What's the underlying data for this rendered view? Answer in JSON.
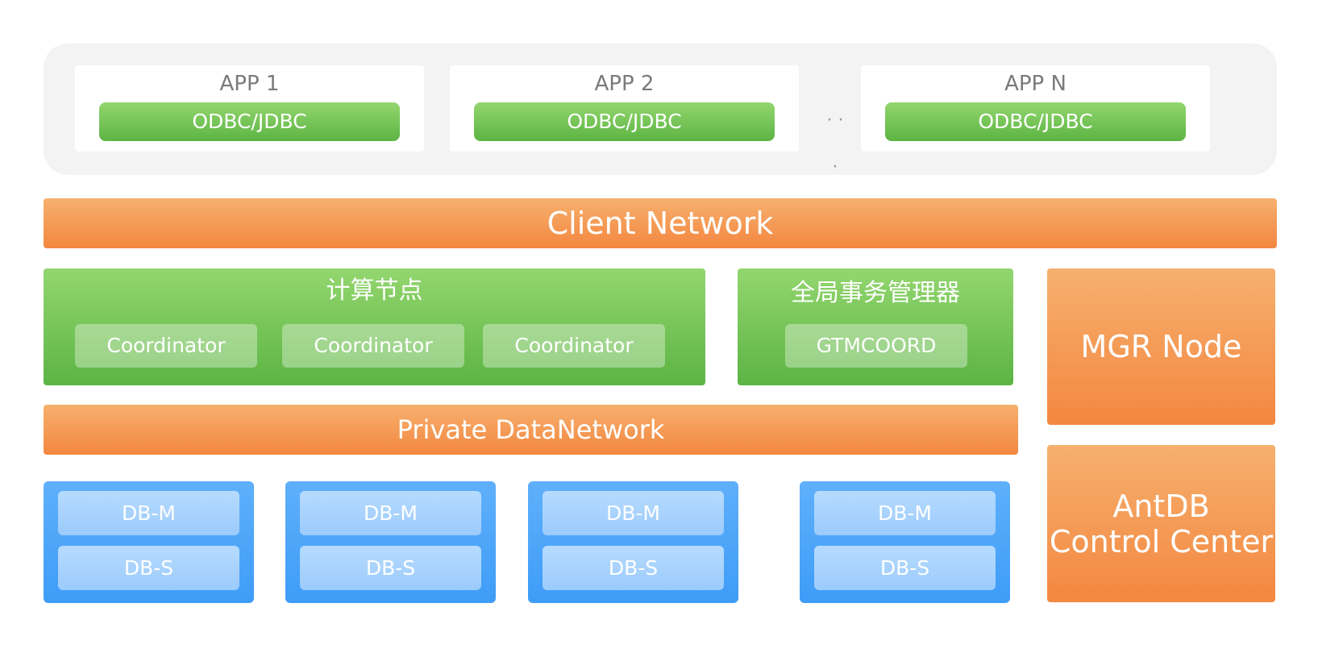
{
  "apps": [
    {
      "title": "APP 1",
      "driver": "ODBC/JDBC"
    },
    {
      "title": "APP 2",
      "driver": "ODBC/JDBC"
    },
    {
      "title": "APP N",
      "driver": "ODBC/JDBC"
    }
  ],
  "ellipsis_top": "· ·",
  "ellipsis_bottom": "·",
  "client_network": "Client Network",
  "compute": {
    "title": "计算节点",
    "nodes": [
      "Coordinator",
      "Coordinator",
      "Coordinator"
    ]
  },
  "gtm": {
    "title": "全局事务管理器",
    "node": "GTMCOORD"
  },
  "private_network": "Private DataNetwork",
  "mgr_node": "MGR Node",
  "control_center": {
    "line1": "AntDB",
    "line2": "Control Center"
  },
  "db_groups": [
    {
      "master": "DB-M",
      "slave": "DB-S"
    },
    {
      "master": "DB-M",
      "slave": "DB-S"
    },
    {
      "master": "DB-M",
      "slave": "DB-S"
    },
    {
      "master": "DB-M",
      "slave": "DB-S"
    }
  ],
  "colors": {
    "green": "#5cb443",
    "orange": "#f38740",
    "blue": "#3e9cf7",
    "band_gray": "#f3f3f3"
  }
}
